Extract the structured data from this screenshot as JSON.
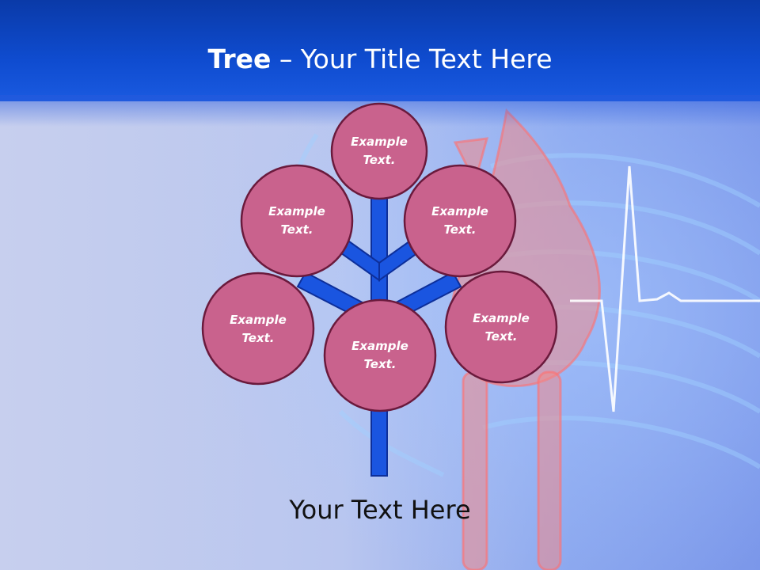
{
  "slide": {
    "title_bold": "Tree",
    "title_sep": " – ",
    "title_rest": "Your Title Text Here",
    "caption": "Your Text Here"
  },
  "tree": {
    "trunk_color": "#1a55e0",
    "node_fill": "#c9628d",
    "node_stroke": "#6a1a3c",
    "nodes": [
      {
        "line1": "Example",
        "line2": "Text."
      },
      {
        "line1": "Example",
        "line2": "Text."
      },
      {
        "line1": "Example",
        "line2": "Text."
      },
      {
        "line1": "Example",
        "line2": "Text."
      },
      {
        "line1": "Example",
        "line2": "Text."
      },
      {
        "line1": "Example",
        "line2": "Text."
      }
    ]
  },
  "colors": {
    "header": "#0f4cd0",
    "background": "#c9d3ef",
    "title_text": "#ffffff"
  }
}
